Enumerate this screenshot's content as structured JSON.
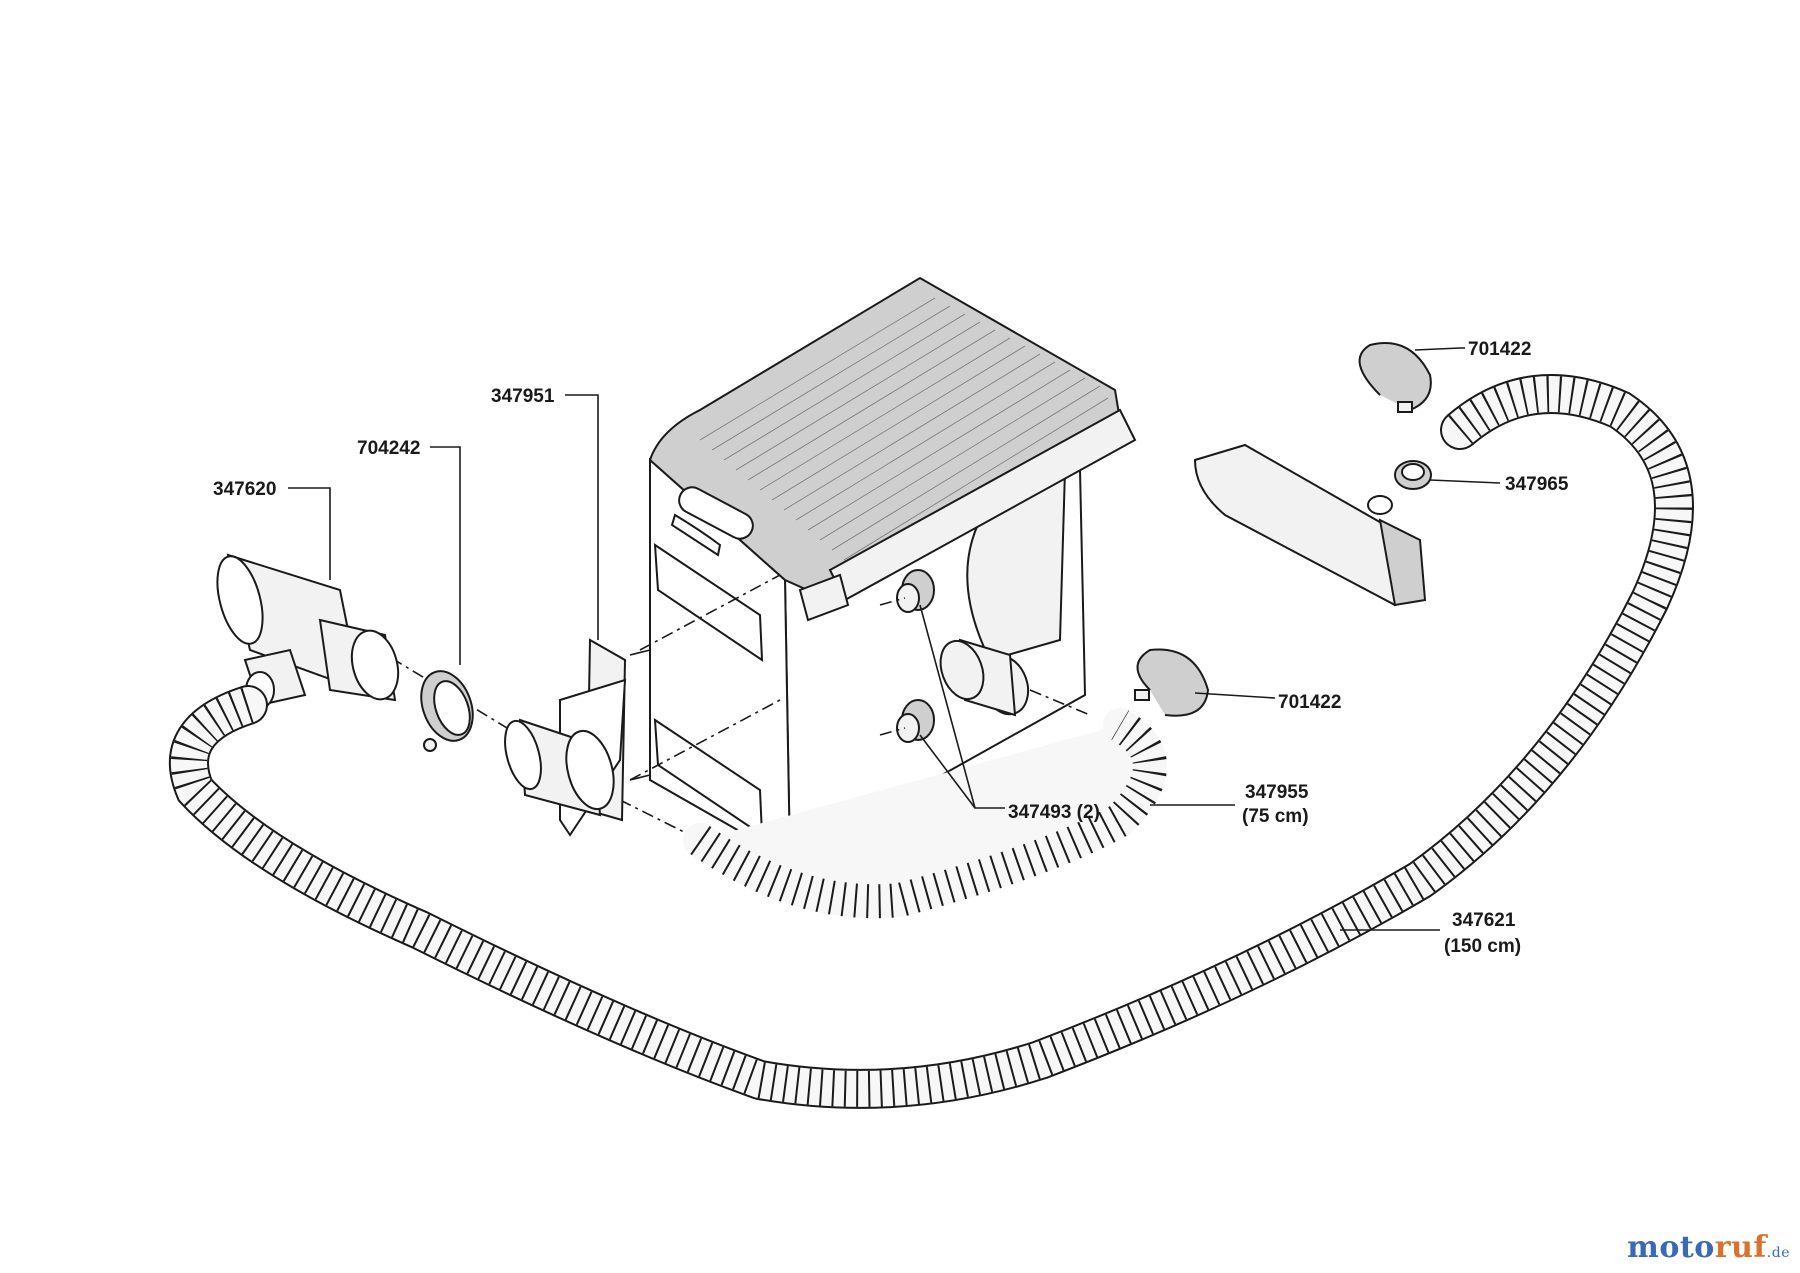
{
  "labels": {
    "p347620": "347620",
    "p704242": "704242",
    "p347951": "347951",
    "p701422_top": "701422",
    "p347965": "347965",
    "p701422_mid": "701422",
    "p347955": "347955",
    "p347955_len": "(75 cm)",
    "p347493": "347493 (2)",
    "p347621": "347621",
    "p347621_len": "(150 cm)"
  },
  "watermark": {
    "part1": "moto",
    "part2": "ruf",
    "part3": ".de"
  },
  "colors": {
    "line": "#1a1a1a",
    "watermark_blue": "#3b6ab5",
    "watermark_orange": "#d8722e"
  }
}
